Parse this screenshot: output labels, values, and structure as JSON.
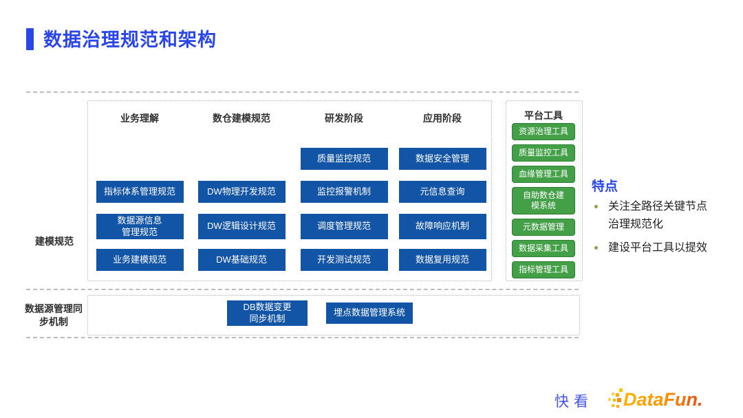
{
  "title": {
    "text": "数据治理规范和架构"
  },
  "main": {
    "row_label": "建模规范",
    "columns": [
      "业务理解",
      "数仓建模规范",
      "研发阶段",
      "应用阶段"
    ],
    "boxes": [
      {
        "col": 2,
        "row": 0,
        "label": "质量监控规范"
      },
      {
        "col": 3,
        "row": 0,
        "label": "数据安全管理"
      },
      {
        "col": 0,
        "row": 1,
        "label": "指标体系管理规范"
      },
      {
        "col": 1,
        "row": 1,
        "label": "DW物理开发规范"
      },
      {
        "col": 2,
        "row": 1,
        "label": "监控报警机制"
      },
      {
        "col": 3,
        "row": 1,
        "label": "元信息查询"
      },
      {
        "col": 0,
        "row": 2,
        "label": "数据源信息\n管理规范"
      },
      {
        "col": 1,
        "row": 2,
        "label": "DW逻辑设计规范"
      },
      {
        "col": 2,
        "row": 2,
        "label": "调度管理规范"
      },
      {
        "col": 3,
        "row": 2,
        "label": "故障响应机制"
      },
      {
        "col": 0,
        "row": 3,
        "label": "业务建模规范"
      },
      {
        "col": 1,
        "row": 3,
        "label": "DW基础规范"
      },
      {
        "col": 2,
        "row": 3,
        "label": "开发测试规范"
      },
      {
        "col": 3,
        "row": 3,
        "label": "数据复用规范"
      }
    ]
  },
  "platform": {
    "title": "平台工具",
    "items": [
      "资源治理工具",
      "质量监控工具",
      "血缘管理工具",
      "自助数仓建\n模系统",
      "元数据管理",
      "数据采集工具",
      "指标管理工具"
    ]
  },
  "features": {
    "title": "特点",
    "bullets": [
      "关注全路径关键节点\n治理规范化",
      "建设平台工具以提效"
    ]
  },
  "bottom": {
    "row_label": "数据源管理同\n步机制",
    "boxes": [
      "DB数据变更\n同步机制",
      "埋点数据管理系统"
    ]
  },
  "footer": {
    "kuaikan": "快看",
    "datafun": "DataFun."
  },
  "colors": {
    "accent_blue": "#2b46e8",
    "box_blue": "#1254a6",
    "box_green": "#43a047",
    "bullet_green": "#86a53e",
    "datafun_orange_start": "#ffb300",
    "datafun_orange_end": "#e64a19",
    "kuaikan_blue": "#4254e8"
  }
}
